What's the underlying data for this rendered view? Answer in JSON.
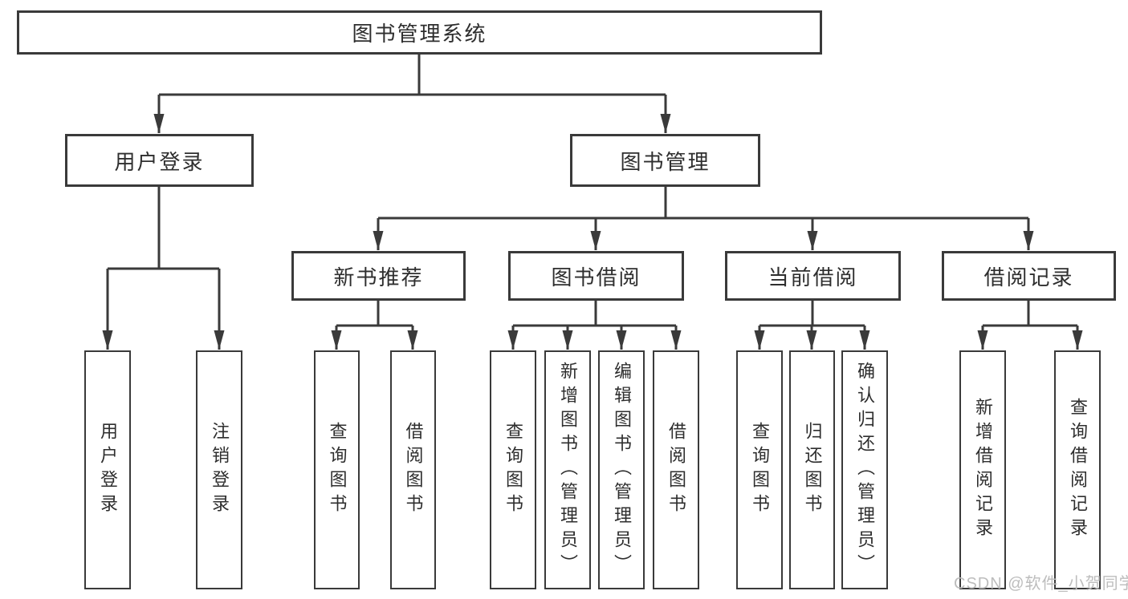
{
  "colors": {
    "line": "#3a3a3a",
    "text": "#2e2e2e",
    "box_background": "#ffffff",
    "page_background": "#ffffff",
    "watermark": "#bdbdbd"
  },
  "watermark": {
    "text": "CSDN @软件_小贺同学"
  },
  "tree": {
    "label": "图书管理系统",
    "children": [
      {
        "label": "用户登录",
        "children": [
          {
            "label": "用户登录"
          },
          {
            "label": "注销登录"
          }
        ]
      },
      {
        "label": "图书管理",
        "children": [
          {
            "label": "新书推荐",
            "children": [
              {
                "label": "查询图书"
              },
              {
                "label": "借阅图书"
              }
            ]
          },
          {
            "label": "图书借阅",
            "children": [
              {
                "label": "查询图书"
              },
              {
                "label": "新增图书（管理员）"
              },
              {
                "label": "编辑图书（管理员）"
              },
              {
                "label": "借阅图书"
              }
            ]
          },
          {
            "label": "当前借阅",
            "children": [
              {
                "label": "查询图书"
              },
              {
                "label": "归还图书"
              },
              {
                "label": "确认归还（管理员）"
              }
            ]
          },
          {
            "label": "借阅记录",
            "children": [
              {
                "label": "新增借阅记录"
              },
              {
                "label": "查询借阅记录"
              }
            ]
          }
        ]
      }
    ]
  }
}
